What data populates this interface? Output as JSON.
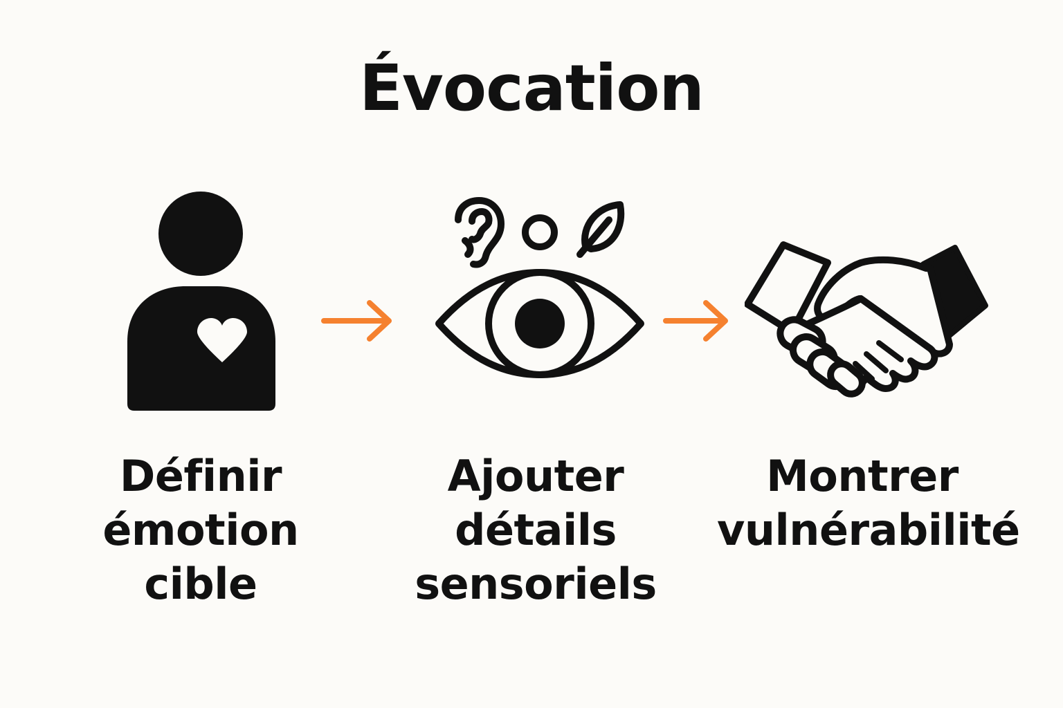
{
  "title": "Évocation",
  "colors": {
    "background": "#fcfbf8",
    "ink": "#111111",
    "arrow": "#f5812f"
  },
  "steps": [
    {
      "icon": "person-heart-icon",
      "label_lines": [
        "Définir",
        "émotion",
        "cible"
      ]
    },
    {
      "icon": "eye-senses-icon",
      "label_lines": [
        "Ajouter",
        "détails",
        "sensoriels"
      ]
    },
    {
      "icon": "handshake-icon",
      "label_lines": [
        "Montrer",
        "vulnérabilité"
      ]
    }
  ],
  "connectors": [
    "arrow-right-icon",
    "arrow-right-icon"
  ]
}
